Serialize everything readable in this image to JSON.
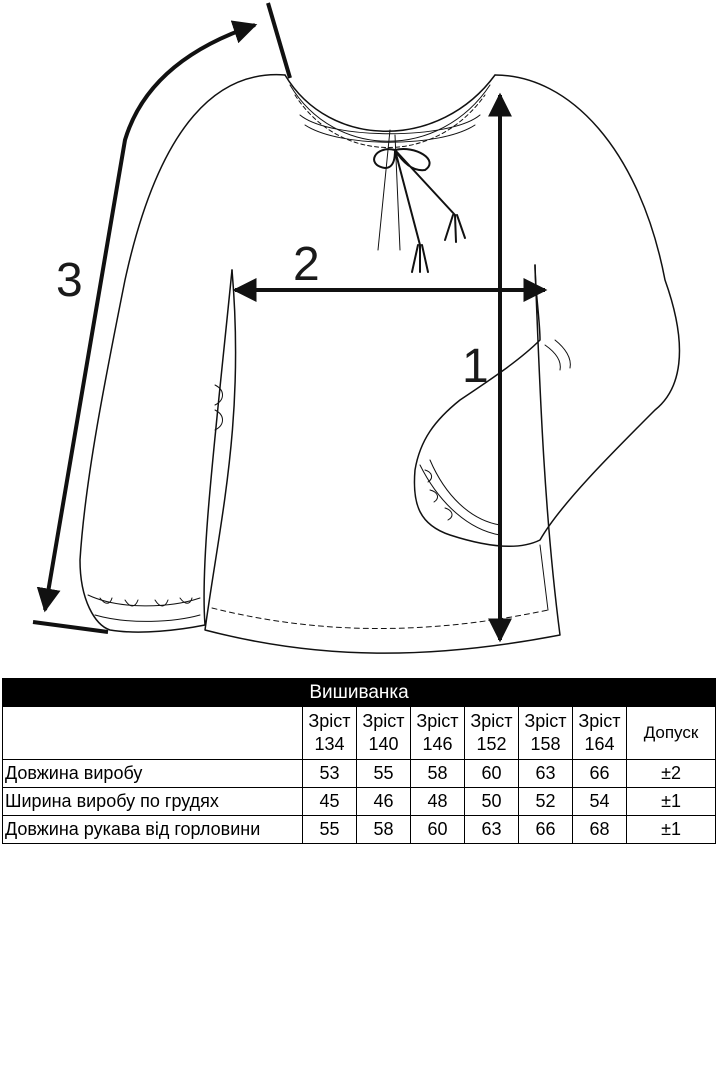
{
  "diagram": {
    "labels": {
      "length": "1",
      "chest": "2",
      "sleeve": "3"
    }
  },
  "table": {
    "title": "Вишиванка",
    "sizes": [
      "Зріст 134",
      "Зріст 140",
      "Зріст 146",
      "Зріст 152",
      "Зріст 158",
      "Зріст 164"
    ],
    "size_word": "Зріст",
    "size_numbers": [
      "134",
      "140",
      "146",
      "152",
      "158",
      "164"
    ],
    "tolerance_header": "Допуск",
    "rows": [
      {
        "label": "Довжина виробу",
        "values": [
          "53",
          "55",
          "58",
          "60",
          "63",
          "66"
        ],
        "tolerance": "±2"
      },
      {
        "label": "Ширина виробу по грудях",
        "values": [
          "45",
          "46",
          "48",
          "50",
          "52",
          "54"
        ],
        "tolerance": "±1"
      },
      {
        "label": "Довжина рукава від горловини",
        "values": [
          "55",
          "58",
          "60",
          "63",
          "66",
          "68"
        ],
        "tolerance": "±1"
      }
    ]
  }
}
